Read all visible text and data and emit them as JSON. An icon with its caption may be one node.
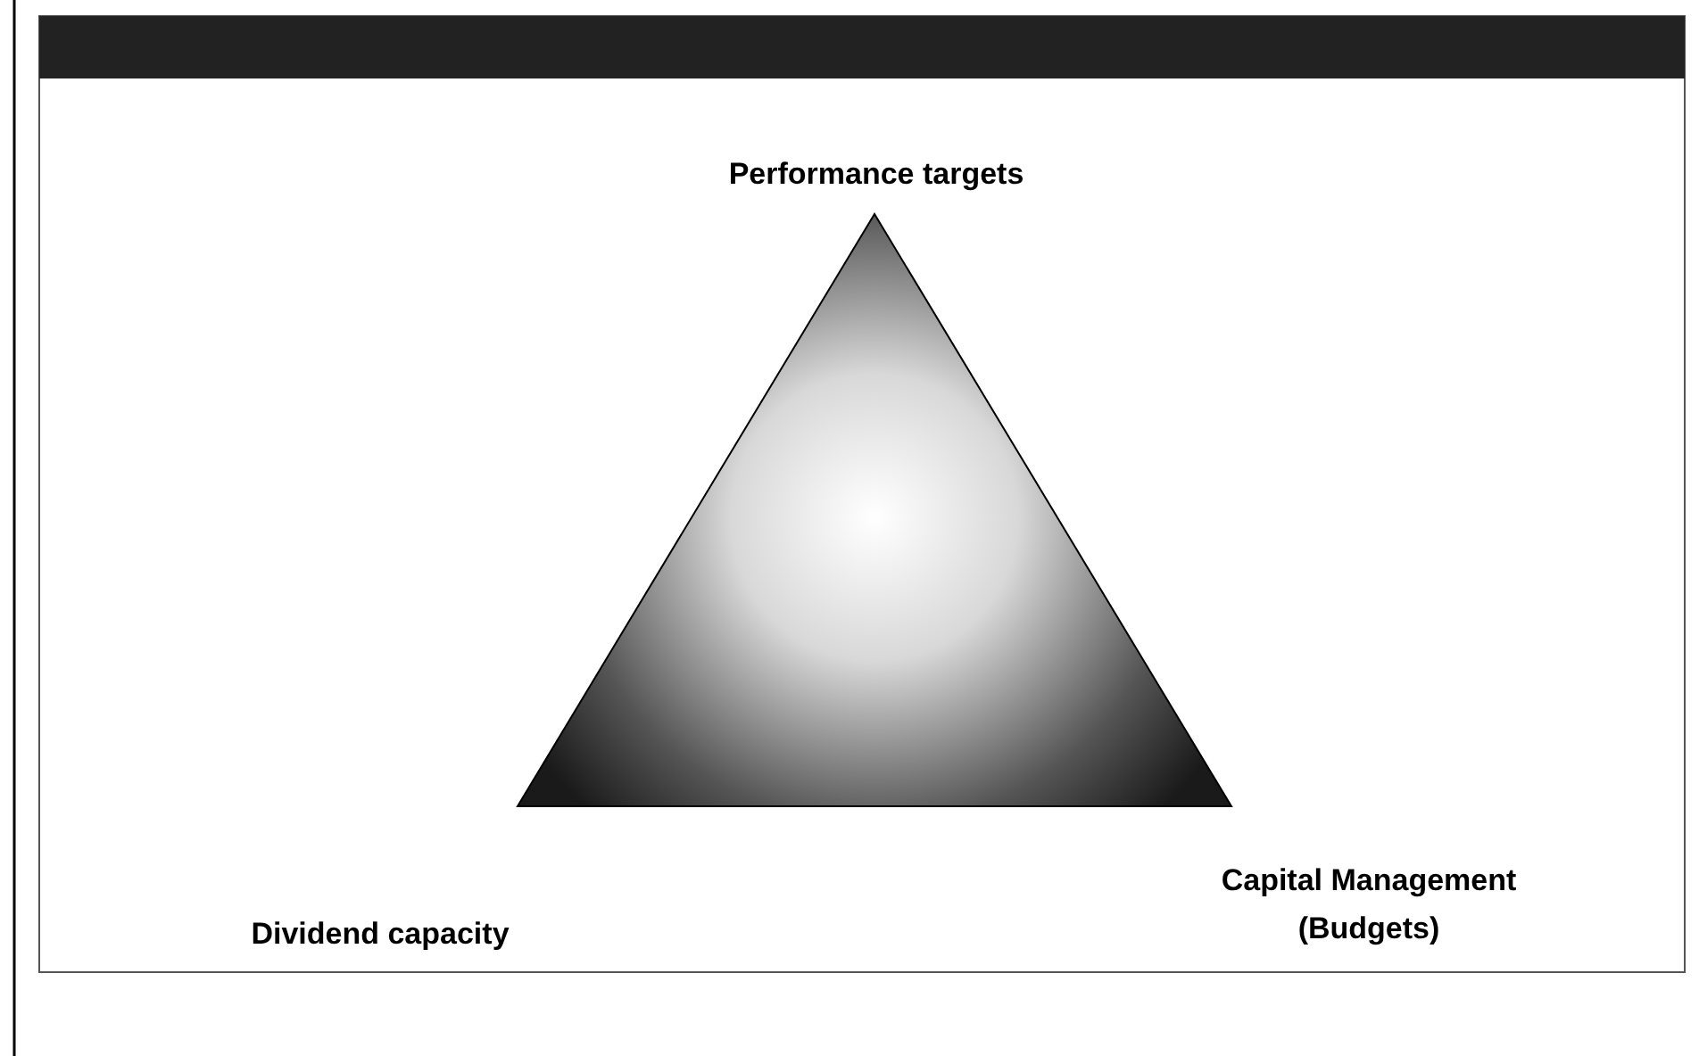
{
  "diagram": {
    "nodes": [
      {
        "text": [],
        "shape": "triangle"
      }
    ],
    "labels": [
      "Performance targets",
      "Dividend capacity",
      "Capital Management (Budgets)"
    ]
  }
}
